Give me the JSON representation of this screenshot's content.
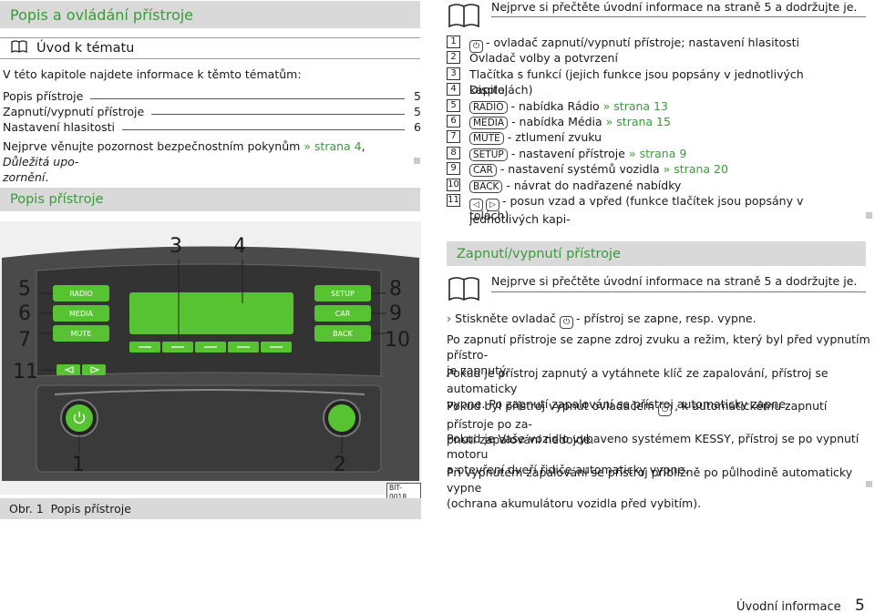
{
  "left": {
    "main_title": "Popis a ovládání přístroje",
    "intro_heading": "Úvod k tématu",
    "intro_text": "V této kapitole najdete informace k těmto tématům:",
    "toc": [
      {
        "label": "Popis přístroje",
        "page": "5"
      },
      {
        "label": "Zapnutí/vypnutí přístroje",
        "page": "5"
      },
      {
        "label": "Nastavení hlasitosti",
        "page": "6"
      }
    ],
    "safety_prefix": "Nejprve věnujte pozornost bezpečnostním pokynům",
    "safety_link": "» strana 4",
    "safety_sep": ",",
    "safety_italic_1": "Důležitá upo-",
    "safety_italic_2": "zornění",
    "safety_end": ".",
    "section_heading": "Popis přístroje"
  },
  "figure": {
    "callouts": [
      "3",
      "4",
      "5",
      "6",
      "7",
      "11",
      "8",
      "9",
      "10",
      "1",
      "2"
    ],
    "buttons_left": [
      "RADIO",
      "MEDIA",
      "MUTE"
    ],
    "buttons_right": [
      "SETUP",
      "CAR",
      "BACK"
    ],
    "code": "BIT-0018",
    "caption_num": "Obr. 1",
    "caption_text": "Popis přístroje"
  },
  "right": {
    "note_top": "Nejprve si přečtěte úvodní informace na straně 5 a dodržujte je.",
    "list": [
      {
        "n": "1",
        "key": "⏻",
        "text": "- ovladač zapnutí/vypnutí přístroje; nastavení hlasitosti",
        "link": ""
      },
      {
        "n": "2",
        "key": "",
        "text": "Ovladač volby a potvrzení",
        "link": ""
      },
      {
        "n": "3",
        "key": "",
        "text": "Tlačítka s funkcí (jejich funkce jsou popsány v jednotlivých kapitolách)",
        "link": ""
      },
      {
        "n": "4",
        "key": "",
        "text": "Displej",
        "link": ""
      },
      {
        "n": "5",
        "key": "RADIO",
        "text": "- nabídka Rádio",
        "link": "» strana 13"
      },
      {
        "n": "6",
        "key": "MEDIA",
        "text": "- nabídka Média",
        "link": "» strana 15"
      },
      {
        "n": "7",
        "key": "MUTE",
        "text": "- ztlumení zvuku",
        "link": ""
      },
      {
        "n": "8",
        "key": "SETUP",
        "text": "- nastavení přístroje",
        "link": "» strana 9"
      },
      {
        "n": "9",
        "key": "CAR",
        "text": "- nastavení systémů vozidla",
        "link": "» strana 20"
      },
      {
        "n": "10",
        "key": "BACK",
        "text": "- návrat do nadřazené nabídky",
        "link": ""
      },
      {
        "n": "11",
        "key": "",
        "text": "- posun vzad a vpřed (funkce tlačítek jsou popsány v jednotlivých kapi-",
        "link": ""
      }
    ],
    "list_last_line": "tolách)",
    "onoff_heading": "Zapnutí/vypnutí přístroje",
    "note_second": "Nejprve si přečtěte úvodní informace na straně 5 a dodržujte je.",
    "bullet_prefix": "Stiskněte ovladač",
    "bullet_suffix": "- přístroj se zapne, resp. vypne.",
    "para1_l1": "Po zapnutí přístroje se zapne zdroj zvuku a režim, který byl před vypnutím přístro-",
    "para1_l2": "je zapnutý.",
    "para2_l1": "Pokud je přístroj zapnutý a vytáhnete klíč ze zapalování, přístroj se automaticky",
    "para2_l2": "vypne. Po zapnutí zapalování se přístroj automaticky zapne.",
    "para3_l1_a": "Pokud byl přístroj vypnut ovladačem",
    "para3_l1_b": ", k automatickému zapnutí přístroje po za-",
    "para3_l2": "pnutí zapalování nedojde.",
    "para4_l1": "Pokud je Vaše vozidlo vybaveno systémem KESSY, přístroj se po vypnutí motoru",
    "para4_l2": "a otevření dveří řidiče automaticky vypne.",
    "para5_l1": "Při vypnutém zapalování se přístroj přibližně po půlhodině automaticky vypne",
    "para5_l2": "(ochrana akumulátoru vozidla před vybitím)."
  },
  "footer": {
    "section": "Úvodní informace",
    "page": "5"
  },
  "colors": {
    "accent_green": "#3a9a3a",
    "bar_grey": "#d9d9d9",
    "device_dark": "#3c3c3c",
    "button_green": "#5fbf2f"
  },
  "icons": [
    "book-icon",
    "power-icon",
    "arrow-left-icon",
    "arrow-right-icon"
  ]
}
